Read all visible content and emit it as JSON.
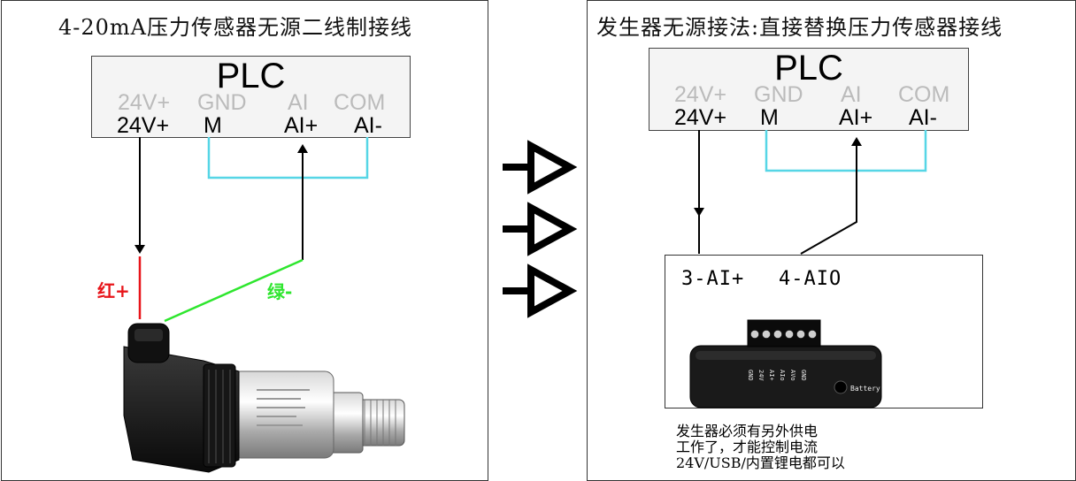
{
  "left_panel": {
    "title": "4-20mA压力传感器无源二线制接线",
    "plc": {
      "title": "PLC",
      "gray_labels": [
        "24V+",
        "GND",
        "AI",
        "COM"
      ],
      "black_labels": [
        "24V+",
        "M",
        "AI+",
        "AI-"
      ]
    },
    "wire_red_label": "红+",
    "wire_green_label": "绿-",
    "colors": {
      "red": "#e8151a",
      "green": "#2ee62e",
      "cyan": "#56d6e6"
    }
  },
  "arrows": {
    "count": 3,
    "icon": "hollow-triangle-arrow-right"
  },
  "right_panel": {
    "title": "发生器无源接法:直接替换压力传感器接线",
    "plc": {
      "title": "PLC",
      "gray_labels": [
        "24V+",
        "GND",
        "AI",
        "COM"
      ],
      "black_labels": [
        "24V+",
        "M",
        "AI+",
        "AI-"
      ]
    },
    "generator": {
      "terminal_3": "3-AI+",
      "terminal_4": "4-AIO",
      "pin_labels": [
        "GND",
        "AVo",
        "AIo",
        "AI+",
        "24V",
        "GND"
      ],
      "battery_label": "Battery"
    },
    "note_lines": [
      "发生器必须有另外供电",
      "工作了，才能控制电流",
      "24V/USB/内置锂电都可以"
    ]
  }
}
